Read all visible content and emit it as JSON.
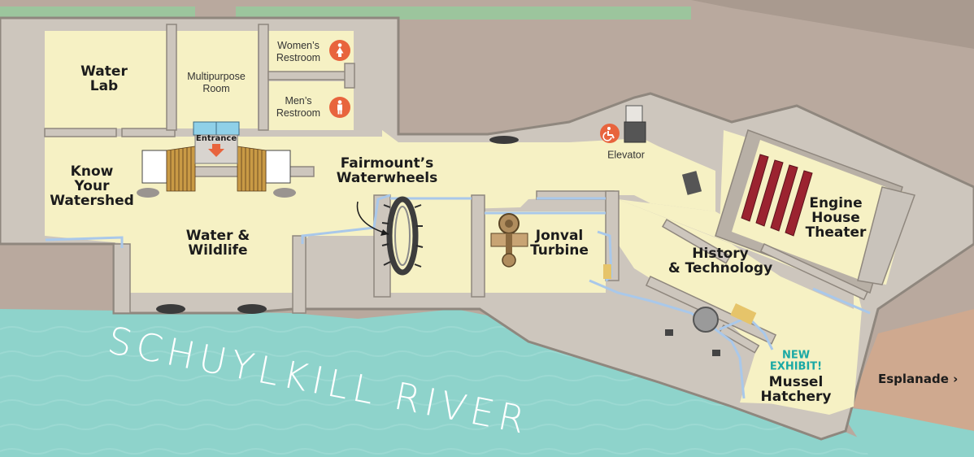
{
  "river": {
    "name": "SCHUYLKILL RIVER"
  },
  "rooms": {
    "water_lab": "Water\nLab",
    "multipurpose": "Multipurpose\nRoom",
    "womens": "Women’s\nRestroom",
    "mens": "Men’s\nRestroom",
    "know_watershed": "Know\nYour\nWatershed",
    "water_wildlife": "Water &\nWildlife",
    "waterwheels": "Fairmount’s\nWaterwheels",
    "jonval": "Jonval\nTurbine",
    "history": "History\n& Technology",
    "engine_house": "Engine\nHouse\nTheater",
    "mussel": "Mussel\nHatchery"
  },
  "badges": {
    "new_exhibit": "NEW\nEXHIBIT!"
  },
  "labels": {
    "entrance": "Entrance",
    "elevator": "Elevator",
    "esplanade": "Esplanade",
    "esplanade_arrow": "›"
  },
  "icons": {
    "women": "woman-restroom-icon",
    "men": "man-restroom-icon",
    "accessible": "wheelchair-icon",
    "entrance_arrow": "arrow-down-icon"
  },
  "colors": {
    "floor": "#f6f1c4",
    "wall": "#cdc6bd",
    "wall_shadow": "#8f877e",
    "river": "#8ed3cb",
    "ground": "#b9a99e",
    "lawn": "#9cc59d",
    "esplanade": "#cfa98f",
    "restroom_icon": "#e8643d",
    "accent_new": "#1aa9a5",
    "seats": "#9b2330"
  }
}
